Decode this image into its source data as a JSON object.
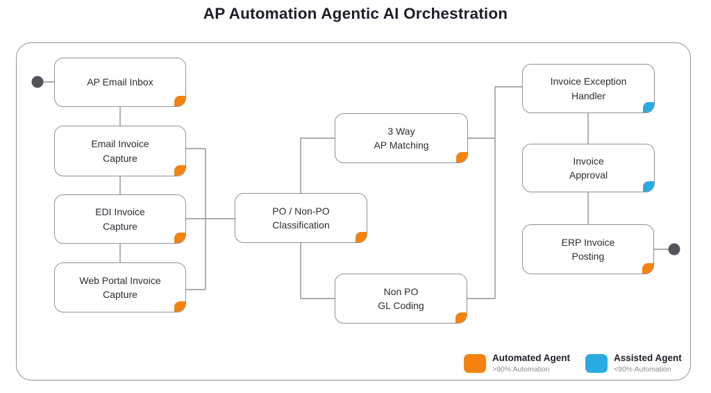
{
  "title": "AP Automation Agentic AI Orchestration",
  "colors": {
    "automated": "#F5820D",
    "assisted": "#29ABE2",
    "connector": "#8F9099",
    "terminal": "#53535C",
    "node_border": "#8F9099"
  },
  "nodes": [
    {
      "id": "ap-email-inbox",
      "label": "AP Email Inbox",
      "agent": "automated"
    },
    {
      "id": "email-invoice-capture",
      "label": "Email Invoice\nCapture",
      "agent": "automated"
    },
    {
      "id": "edi-invoice-capture",
      "label": "EDI Invoice\nCapture",
      "agent": "automated"
    },
    {
      "id": "web-portal-invoice-capture",
      "label": "Web Portal Invoice\nCapture",
      "agent": "automated"
    },
    {
      "id": "po-non-po-classification",
      "label": "PO / Non-PO\nClassification",
      "agent": "automated"
    },
    {
      "id": "three-way-ap-matching",
      "label": "3 Way\nAP Matching",
      "agent": "automated"
    },
    {
      "id": "non-po-gl-coding",
      "label": "Non PO\nGL Coding",
      "agent": "automated"
    },
    {
      "id": "invoice-exception-handler",
      "label": "Invoice Exception\nHandler",
      "agent": "assisted"
    },
    {
      "id": "invoice-approval",
      "label": "Invoice\nApproval",
      "agent": "assisted"
    },
    {
      "id": "erp-invoice-posting",
      "label": "ERP Invoice\nPosting",
      "agent": "automated"
    }
  ],
  "legend": [
    {
      "label": "Automated Agent",
      "sublabel": ">90% Automation",
      "color": "#F5820D"
    },
    {
      "label": "Assisted Agent",
      "sublabel": "<90% Automation",
      "color": "#29ABE2"
    }
  ]
}
